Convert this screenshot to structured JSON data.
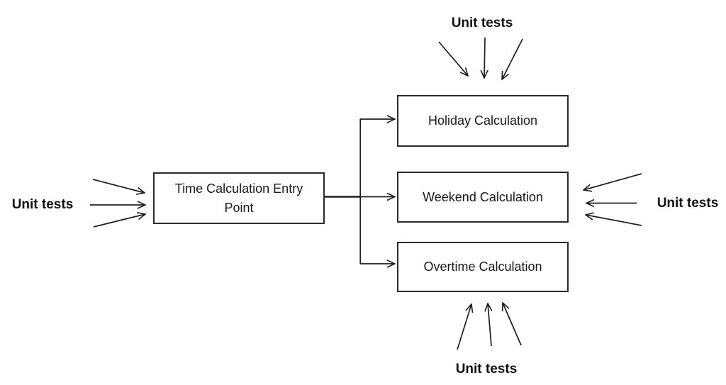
{
  "diagram": {
    "colors": {
      "background": "#ffffff",
      "line": "#1f1f1f",
      "box_border": "#2b2b2b",
      "text": "#1a1a1a"
    },
    "nodes": [
      {
        "id": "entry",
        "label": "Time Calculation Entry Point"
      },
      {
        "id": "holiday",
        "label": "Holiday Calculation"
      },
      {
        "id": "weekend",
        "label": "Weekend Calculation"
      },
      {
        "id": "overtime",
        "label": "Overtime Calculation"
      }
    ],
    "edges": [
      {
        "from": "entry",
        "to": "holiday"
      },
      {
        "from": "entry",
        "to": "weekend"
      },
      {
        "from": "entry",
        "to": "overtime"
      }
    ],
    "unit_tests": {
      "top": {
        "label": "Unit tests",
        "target": "holiday",
        "arrow_count": 3,
        "direction": "down"
      },
      "left": {
        "label": "Unit tests",
        "target": "entry",
        "arrow_count": 3,
        "direction": "right"
      },
      "right": {
        "label": "Unit tests",
        "target": "weekend",
        "arrow_count": 3,
        "direction": "left"
      },
      "bottom": {
        "label": "Unit tests",
        "target": "overtime",
        "arrow_count": 3,
        "direction": "up"
      }
    }
  }
}
